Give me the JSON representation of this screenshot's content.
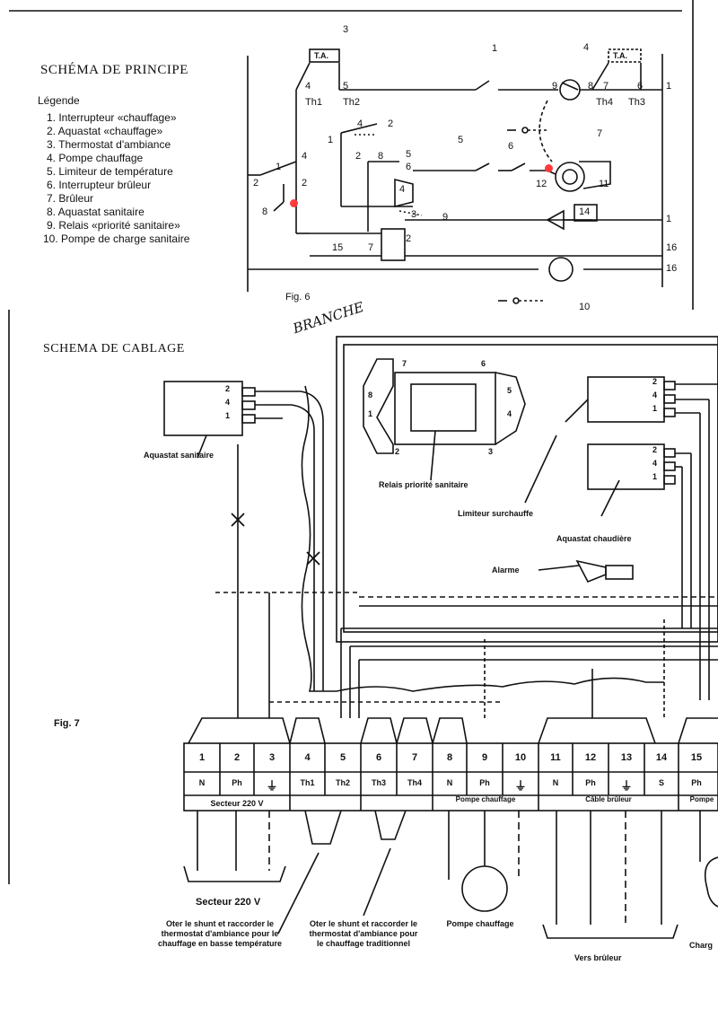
{
  "fig6": {
    "title": "SCHÉMA DE PRINCIPE",
    "legend_title": "Légende",
    "legend": [
      "1. Interrupteur «chauffage»",
      "2. Aquastat «chauffage»",
      "3. Thermostat d'ambiance",
      "4. Pompe chauffage",
      "5. Limiteur de température",
      "6. Interrupteur brûleur",
      "7. Brûleur",
      "8. Aquastat sanitaire",
      "9. Relais «priorité sanitaire»",
      "10. Pompe de charge sanitaire"
    ],
    "caption": "Fig. 6",
    "ta": "T.A.",
    "th1": "Th1",
    "th2": "Th2",
    "th3": "Th3",
    "th4": "Th4",
    "nums": {
      "n1": "1",
      "n2": "2",
      "n3": "3",
      "n4": "4",
      "n5": "5",
      "n6": "6",
      "n7": "7",
      "n8": "8",
      "n9": "9",
      "n10": "10",
      "n11": "11",
      "n12": "12",
      "n14": "14",
      "n15": "15",
      "n16": "16"
    }
  },
  "fig7": {
    "title": "SCHEMA DE CABLAGE",
    "handwritten": "BRANCHE",
    "caption": "Fig. 7",
    "labels": {
      "aquastat_sanitaire": "Aquastat sanitaire",
      "relais": "Relais priorité sanitaire",
      "limiteur": "Limiteur surchauffe",
      "aquastat_chaudiere": "Aquastat chaudière",
      "alarme": "Alarme"
    },
    "terminals": [
      {
        "num": "1",
        "lab": "N"
      },
      {
        "num": "2",
        "lab": "Ph"
      },
      {
        "num": "3",
        "lab": "⏚"
      },
      {
        "num": "4",
        "lab": "Th1"
      },
      {
        "num": "5",
        "lab": "Th2"
      },
      {
        "num": "6",
        "lab": "Th3"
      },
      {
        "num": "7",
        "lab": "Th4"
      },
      {
        "num": "8",
        "lab": "N"
      },
      {
        "num": "9",
        "lab": "Ph"
      },
      {
        "num": "10",
        "lab": "⏚"
      },
      {
        "num": "11",
        "lab": "N"
      },
      {
        "num": "12",
        "lab": "Ph"
      },
      {
        "num": "13",
        "lab": "⏚"
      },
      {
        "num": "14",
        "lab": "S"
      },
      {
        "num": "15",
        "lab": "Ph"
      }
    ],
    "groups": {
      "secteur": "Secteur 220 V",
      "pompe": "Pompe chauffage",
      "cable": "Câble brûleur",
      "pompe2": "Pompe"
    },
    "bottom": {
      "secteur": "Secteur 220 V",
      "oter1": "Oter le shunt et raccorder le thermostat d'ambiance pour le chauffage en basse température",
      "oter2": "Oter le shunt et raccorder le thermostat d'ambiance pour le chauffage traditionnel",
      "pompe": "Pompe chauffage",
      "vers": "Vers brûleur",
      "charge": "Charg"
    }
  },
  "colors": {
    "ink": "#111111",
    "marker": "#ff3b3b"
  }
}
